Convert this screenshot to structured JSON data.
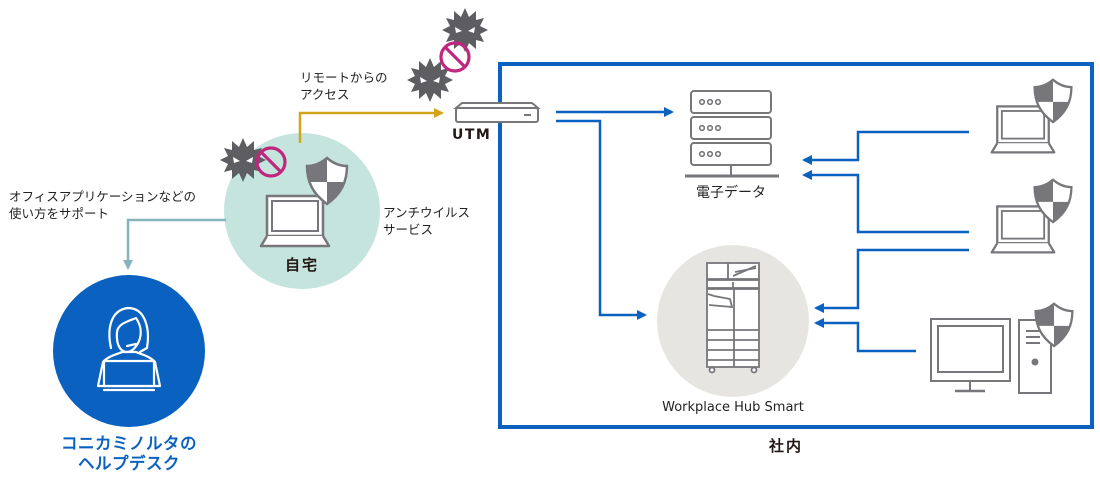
{
  "colors": {
    "frame_blue": "#0a61c0",
    "helpdesk_blue": "#0a61c0",
    "home_circle": "#c4e4dd",
    "mfp_circle": "#e6e5e2",
    "remote_line": "#d1a41a",
    "support_line": "#86b4be",
    "icon_gray": "#77777b",
    "block_magenta": "#c0267e",
    "virus_gray": "#5e5e62"
  },
  "labels": {
    "remote_access_line1": "リモートからの",
    "remote_access_line2": "アクセス",
    "utm": "UTM",
    "support_line1": "オフィスアプリケーションなどの",
    "support_line2": "使い方をサポート",
    "antivirus_line1": "アンチウイルス",
    "antivirus_line2": "サービス",
    "home": "自宅",
    "helpdesk_line1": "コニカミノルタの",
    "helpdesk_line2": "ヘルプデスク",
    "electronic_data": "電子データ",
    "workplace_hub": "Workplace Hub Smart",
    "in_office": "社内"
  },
  "icons": {
    "home_laptop": "laptop-icon",
    "shield": "shield-icon",
    "virus": "virus-icon",
    "block": "prohibited-icon",
    "utm_device": "network-appliance-icon",
    "server": "server-icon",
    "mfp": "multifunction-printer-icon",
    "desktop": "desktop-computer-icon",
    "operator": "helpdesk-operator-icon"
  }
}
